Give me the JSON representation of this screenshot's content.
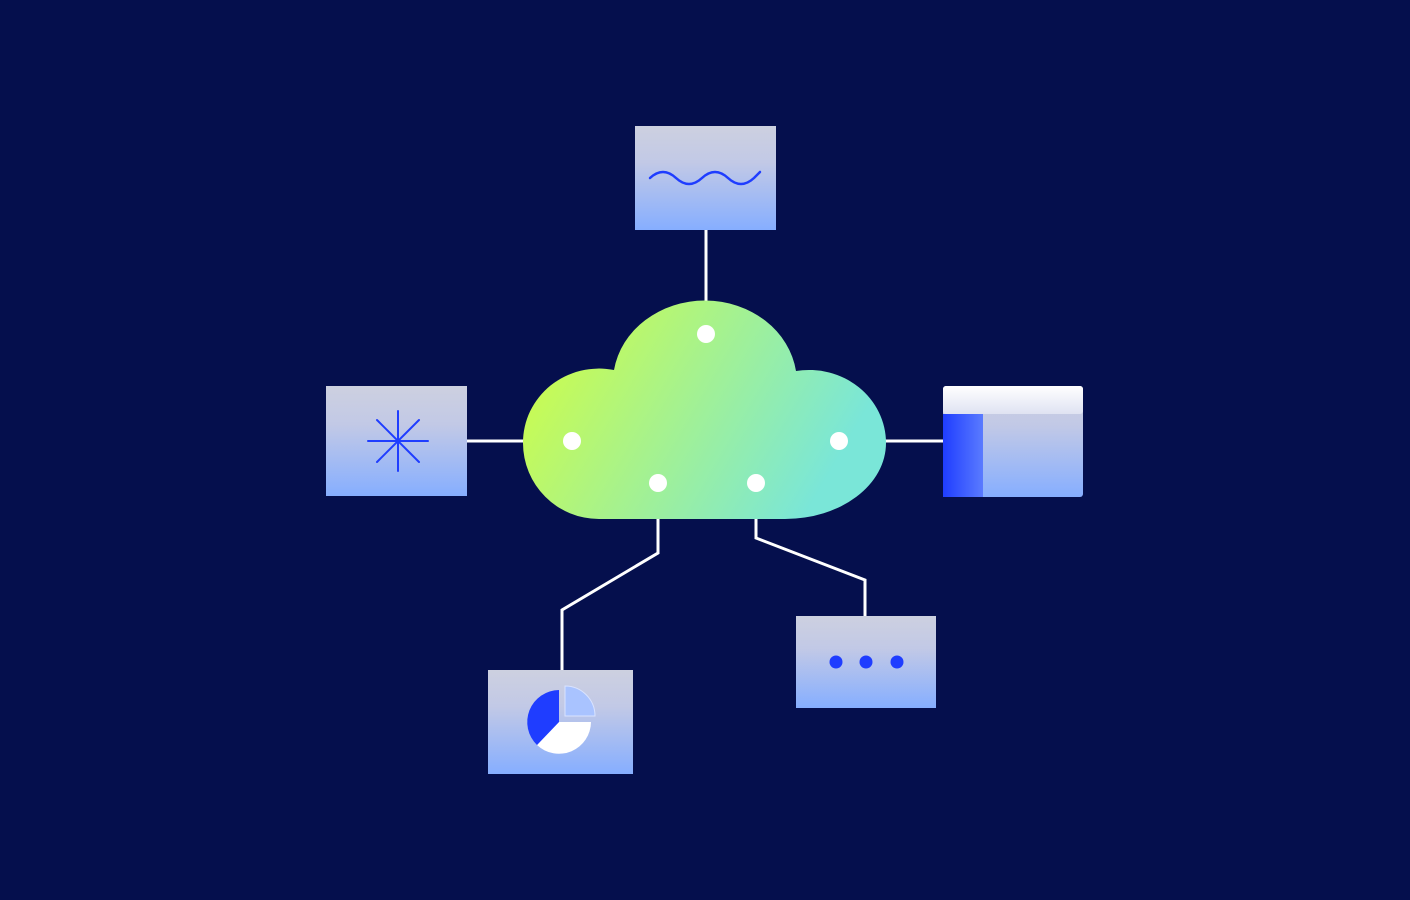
{
  "diagram": {
    "type": "cloud-hub",
    "colors": {
      "background": "#050f4d",
      "cloud_gradient_start": "#d6ff3c",
      "cloud_gradient_end": "#7ae6d8",
      "connector": "#ffffff",
      "node_gradient_top": "#cdd0e0",
      "node_gradient_bottom": "#86aeff",
      "icon_accent": "#1f3dff"
    },
    "hub": {
      "icon": "cloud-icon"
    },
    "nodes": [
      {
        "id": "top",
        "icon": "wave-icon"
      },
      {
        "id": "left",
        "icon": "sparkle-icon"
      },
      {
        "id": "right",
        "icon": "window-panel-icon"
      },
      {
        "id": "bottom-left",
        "icon": "pie-chart-icon"
      },
      {
        "id": "bottom-right",
        "icon": "ellipsis-icon"
      }
    ]
  }
}
